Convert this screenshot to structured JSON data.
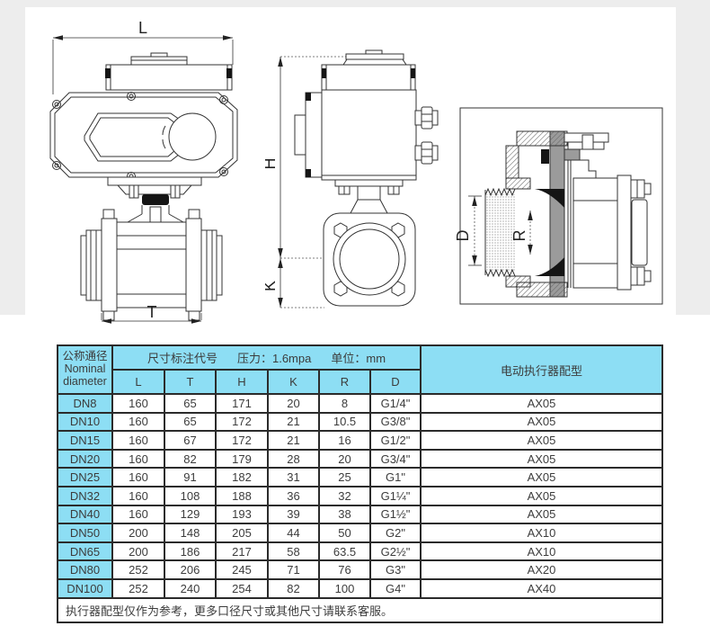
{
  "drawings": {
    "front_view": {
      "dim_top": "L",
      "dim_bottom": "T"
    },
    "side_view": {
      "dim_height": "H",
      "dim_offset": "K"
    },
    "section_view": {
      "dim_thread": "D",
      "dim_bore": "R"
    }
  },
  "table": {
    "accent_color": "#8ddef4",
    "header": {
      "nominal_diameter_lines": [
        "公称通径",
        "Nominal",
        "diameter"
      ],
      "dim_code": "尺寸标注代号",
      "pressure": "压力：1.6mpa",
      "unit": "单位：mm",
      "actuator_model": "电动执行器配型",
      "dim_cols": [
        "L",
        "T",
        "H",
        "K",
        "R",
        "D"
      ]
    },
    "rows": [
      {
        "dn": "DN8",
        "l": "160",
        "t": "65",
        "h": "171",
        "k": "20",
        "r": "8",
        "d": "G1/4\"",
        "ax": "AX05"
      },
      {
        "dn": "DN10",
        "l": "160",
        "t": "65",
        "h": "172",
        "k": "21",
        "r": "10.5",
        "d": "G3/8\"",
        "ax": "AX05"
      },
      {
        "dn": "DN15",
        "l": "160",
        "t": "67",
        "h": "172",
        "k": "21",
        "r": "16",
        "d": "G1/2\"",
        "ax": "AX05"
      },
      {
        "dn": "DN20",
        "l": "160",
        "t": "82",
        "h": "179",
        "k": "28",
        "r": "20",
        "d": "G3/4\"",
        "ax": "AX05"
      },
      {
        "dn": "DN25",
        "l": "160",
        "t": "91",
        "h": "182",
        "k": "31",
        "r": "25",
        "d": "G1\"",
        "ax": "AX05"
      },
      {
        "dn": "DN32",
        "l": "160",
        "t": "108",
        "h": "188",
        "k": "36",
        "r": "32",
        "d": "G1¼\"",
        "ax": "AX05"
      },
      {
        "dn": "DN40",
        "l": "160",
        "t": "129",
        "h": "193",
        "k": "39",
        "r": "38",
        "d": "G1½\"",
        "ax": "AX05"
      },
      {
        "dn": "DN50",
        "l": "200",
        "t": "148",
        "h": "205",
        "k": "44",
        "r": "50",
        "d": "G2\"",
        "ax": "AX10"
      },
      {
        "dn": "DN65",
        "l": "200",
        "t": "186",
        "h": "217",
        "k": "58",
        "r": "63.5",
        "d": "G2½\"",
        "ax": "AX10"
      },
      {
        "dn": "DN80",
        "l": "252",
        "t": "206",
        "h": "245",
        "k": "71",
        "r": "76",
        "d": "G3\"",
        "ax": "AX20"
      },
      {
        "dn": "DN100",
        "l": "252",
        "t": "240",
        "h": "254",
        "k": "82",
        "r": "100",
        "d": "G4\"",
        "ax": "AX40"
      }
    ],
    "footnote": "执行器配型仅作为参考，更多口径尺寸或其他尺寸请联系客服。"
  }
}
